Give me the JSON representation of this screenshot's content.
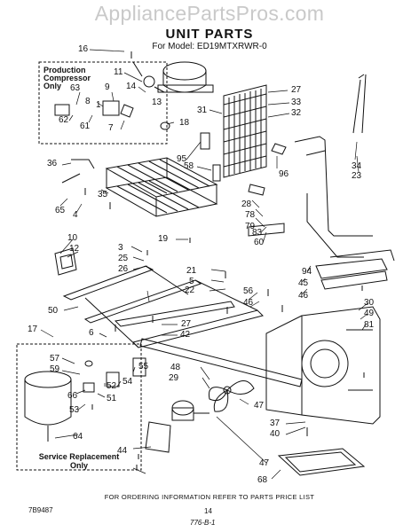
{
  "watermark": "AppliancePartsPros.com",
  "title": "UNIT PARTS",
  "model_line": "For Model: ED19MTXRWR-0",
  "production_label": [
    "Production",
    "Compressor",
    "Only"
  ],
  "service_label": [
    "Service Replacement",
    "Only"
  ],
  "footer": "FOR ORDERING INFORMATION REFER TO PARTS PRICE LIST",
  "code_left": "7B9487",
  "page_number": "14",
  "code_center": "776-B-1",
  "part_numbers": [
    "16",
    "11",
    "14",
    "9",
    "63",
    "8",
    "1",
    "62",
    "61",
    "7",
    "13",
    "18",
    "27",
    "33",
    "32",
    "31",
    "95",
    "58",
    "96",
    "36",
    "35",
    "65",
    "4",
    "28",
    "78",
    "79",
    "34",
    "23",
    "19",
    "10",
    "12",
    "3",
    "25",
    "26",
    "83",
    "60",
    "21",
    "5",
    "22",
    "94",
    "45",
    "46",
    "50",
    "56",
    "46",
    "30",
    "49",
    "81",
    "27",
    "42",
    "17",
    "6",
    "57",
    "59",
    "55",
    "54",
    "52",
    "51",
    "66",
    "53",
    "64",
    "48",
    "29",
    "47",
    "37",
    "40",
    "44",
    "47",
    "68"
  ]
}
